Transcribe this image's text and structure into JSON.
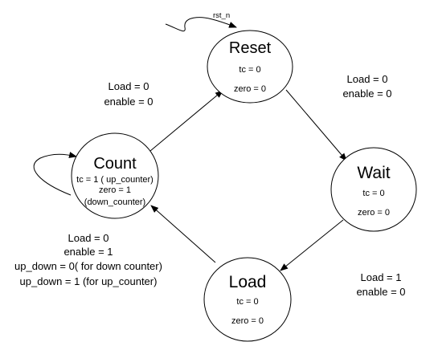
{
  "reset_signal": "rst_n",
  "states": {
    "reset": {
      "title": "Reset",
      "line1": "tc = 0",
      "line2": "zero = 0"
    },
    "wait": {
      "title": "Wait",
      "line1": "tc = 0",
      "line2": "zero = 0"
    },
    "load": {
      "title": "Load",
      "line1": "tc = 0",
      "line2": "zero = 0"
    },
    "count": {
      "title": "Count",
      "line1": "tc = 1 ( up_counter)",
      "line2": "zero = 1",
      "line3": "(down_counter)"
    }
  },
  "transitions": {
    "count_to_reset": {
      "line1": "Load = 0",
      "line2": "enable = 0"
    },
    "reset_to_wait": {
      "line1": "Load = 0",
      "line2": "enable = 0"
    },
    "wait_to_load": {
      "line1": "Load = 1",
      "line2": "enable = 0"
    },
    "load_to_count": {
      "line1": "Load = 0",
      "line2": "enable = 1",
      "line3": "up_down = 0( for down counter)",
      "line4": "up_down = 1 (for up_counter)"
    }
  }
}
